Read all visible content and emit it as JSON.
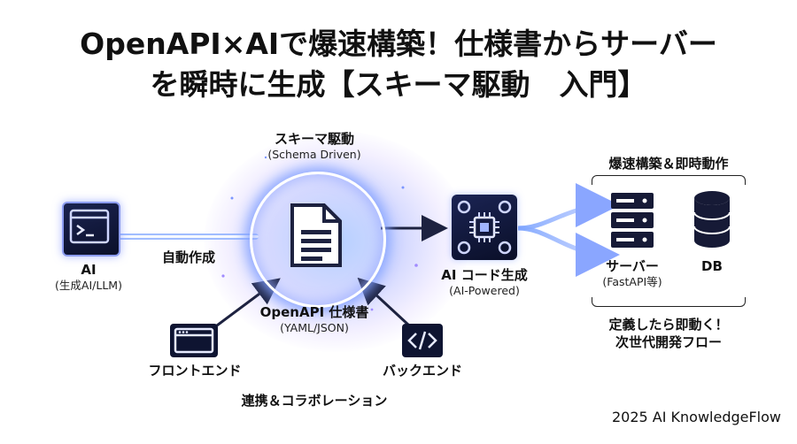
{
  "title": {
    "line1": "OpenAPI×AIで爆速構築！仕様書からサーバー",
    "line2": "を瞬時に生成【スキーマ駆動　入門】"
  },
  "schema": {
    "label": "スキーマ駆動",
    "sub": "(Schema Driven)"
  },
  "ai": {
    "label": "AI",
    "sub": "(生成AI/LLM)"
  },
  "auto": {
    "label": "自動作成"
  },
  "spec": {
    "label": "OpenAPI 仕様書",
    "sub": "(YAML/JSON)"
  },
  "codegen": {
    "label": "AI コード生成",
    "sub": "(AI-Powered)"
  },
  "frontend": {
    "label": "フロントエンド"
  },
  "backend": {
    "label": "バックエンド"
  },
  "collab": {
    "label": "連携＆コラボレーション"
  },
  "result": {
    "heading": "爆速構築＆即時動作",
    "server_label": "サーバー",
    "server_sub": "(FastAPI等)",
    "db_label": "DB",
    "tagline1": "定義したら即動く！",
    "tagline2": "次世代開発フロー"
  },
  "footer": {
    "text": "2025 AI KnowledgeFlow"
  },
  "icons": {
    "ai": "terminal-icon",
    "spec": "document-icon",
    "codegen": "chip-gears-icon",
    "frontend": "browser-window-icon",
    "backend": "code-brackets-icon",
    "server": "server-rack-icon",
    "db": "database-icon"
  },
  "colors": {
    "accent": "#6f8cff",
    "dark": "#0d1330",
    "glow": "#a9c4ff"
  }
}
